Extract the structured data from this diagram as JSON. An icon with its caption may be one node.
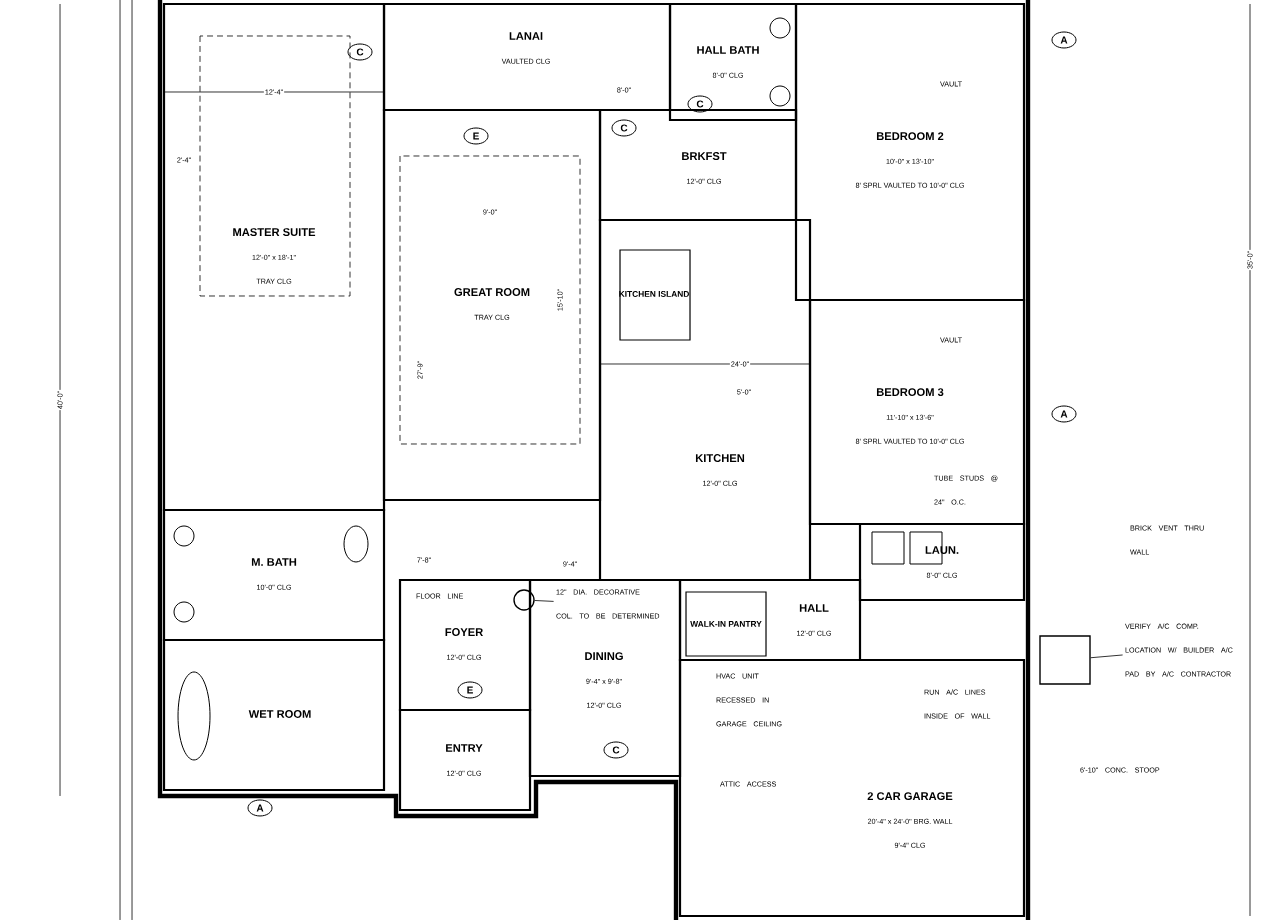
{
  "diagram": {
    "nodes": [
      {
        "text": [
          "MASTER SUITE",
          "12'-0\" x 18'-1\"",
          "TRAY CLG"
        ]
      },
      {
        "text": [
          "LANAI",
          "VAULTED CLG"
        ]
      },
      {
        "text": [
          "HALL BATH",
          "8'-0\" CLG"
        ]
      },
      {
        "text": [
          "BEDROOM 2",
          "10'-0\" x 13'-10\"",
          "8' SPRL VAULTED TO 10'-0\" CLG"
        ]
      },
      {
        "text": [
          "GREAT ROOM",
          "TRAY CLG"
        ]
      },
      {
        "text": [
          "BRKFST",
          "12'-0\" CLG"
        ]
      },
      {
        "text": [
          "KITCHEN",
          "12'-0\" CLG"
        ]
      },
      {
        "text": [
          "KITCHEN ISLAND"
        ],
        "in": 6
      },
      {
        "text": [
          "BEDROOM 3",
          "11'-10\" x 13'-6\"",
          "8' SPRL VAULTED TO 10'-0\" CLG"
        ]
      },
      {
        "text": [
          "M. BATH",
          "10'-0\" CLG"
        ]
      },
      {
        "text": [
          "WET ROOM"
        ]
      },
      {
        "text": [
          "FOYER",
          "12'-0\" CLG"
        ]
      },
      {
        "text": [
          "DINING",
          "9'-4\" x 9'-8\"",
          "12'-0\" CLG"
        ]
      },
      {
        "text": [
          "ENTRY",
          "12'-0\" CLG"
        ]
      },
      {
        "text": [
          "HALL",
          "12'-0\" CLG"
        ]
      },
      {
        "text": [
          "WALK-IN PANTRY"
        ],
        "in": 14
      },
      {
        "text": [
          "LAUN.",
          "8'-0\" CLG"
        ]
      },
      {
        "text": [
          "2 CAR GARAGE",
          "20'-4\" x 24'-0\" BRG. WALL",
          "9'-4\" CLG"
        ]
      },
      {
        "text": [],
        "shape": "box"
      },
      {
        "text": [
          "VERIFY A/C COMP. LOCATION W/ BUILDER A/C PAD BY A/C CONTRACTOR"
        ]
      },
      {
        "text": [],
        "shape": "circle"
      },
      {
        "text": [
          "12\" DIA. DECORATIVE COL. TO BE DETERMINED"
        ],
        "in": 12
      }
    ],
    "edges": [
      {
        "from": 19,
        "to": 18,
        "arrow": "none"
      },
      {
        "from": 21,
        "to": 20,
        "arrow": "none"
      }
    ],
    "labels": [
      "12'-4\"",
      "C",
      "8'-0\"",
      "C",
      "A",
      "VAULT",
      "2'-4\"",
      "E",
      "C",
      "9'-0\"",
      "24'-0\"",
      "27'-9\"",
      "15'-10\"",
      "40'-0\"",
      "35'-0\"",
      "5'-0\"",
      "VAULT",
      "A",
      "TUBE STUDS @ 24\" O.C.",
      "BRICK VENT THRU WALL",
      "FLOOR LINE",
      "7'-8\"",
      "9'-4\"",
      "E",
      "HVAC UNIT RECESSED IN GARAGE CEILING",
      "RUN A/C LINES INSIDE OF WALL",
      "C",
      "6'-10\" CONC. STOOP",
      "ATTIC ACCESS",
      "A"
    ]
  }
}
